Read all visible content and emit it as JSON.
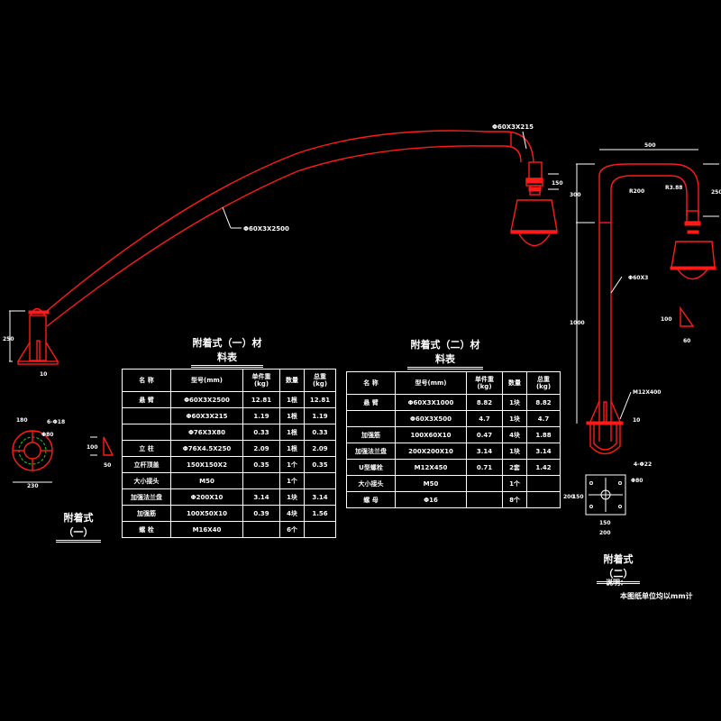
{
  "labels": {
    "main_arm_callout": "Φ60X3X2500",
    "elbow_callout": "Φ60X3X215",
    "camera_clearance": "150",
    "base1_height": "250",
    "base1_thickness": "10",
    "flange_dia": "180",
    "flange_hole": "6-Φ18",
    "flange_pcd": "Φ80",
    "flange_width": "230",
    "rib1_h": "100",
    "rib1_w": "50",
    "arm2_width": "500",
    "arm2_height_left": "300",
    "arm2_height_right": "250",
    "arm2_radius_inner": "R200",
    "arm2_radius_outer": "R3.88",
    "pipe2_callout": "Φ60X3",
    "pipe2_length": "1000",
    "hoop_callout": "M12X400",
    "base2_thickness": "10",
    "rib2_h": "100",
    "rib2_w": "60",
    "plate2_hole": "4-Φ22",
    "plate2_center": "Φ80",
    "plate2_inner_h": "150",
    "plate2_outer_h": "200",
    "plate2_inner_w": "150",
    "plate2_outer_w": "200"
  },
  "table1": {
    "title": "附着式（一）材料表",
    "headers": [
      "名 称",
      "型号(mm)",
      "单件重\n(kg)",
      "数量",
      "总重\n(kg)"
    ],
    "rows": [
      [
        "悬 臂",
        "Φ60X3X2500",
        "12.81",
        "1根",
        "12.81"
      ],
      [
        "",
        "Φ60X3X215",
        "1.19",
        "1根",
        "1.19"
      ],
      [
        "",
        "Φ76X3X80",
        "0.33",
        "1根",
        "0.33"
      ],
      [
        "立 柱",
        "Φ76X4.5X250",
        "2.09",
        "1根",
        "2.09"
      ],
      [
        "立杆顶盖",
        "150X150X2",
        "0.35",
        "1个",
        "0.35"
      ],
      [
        "大小接头",
        "M50",
        "",
        "1个",
        ""
      ],
      [
        "加强法兰盘",
        "Φ200X10",
        "3.14",
        "1块",
        "3.14"
      ],
      [
        "加强筋",
        "100X50X10",
        "0.39",
        "4块",
        "1.56"
      ],
      [
        "螺 栓",
        "M16X40",
        "",
        "6个",
        ""
      ]
    ],
    "caption": "附着式（一）"
  },
  "table2": {
    "title": "附着式（二）材料表",
    "headers": [
      "名 称",
      "型号(mm)",
      "单件重\n(kg)",
      "数量",
      "总重\n(kg)"
    ],
    "rows": [
      [
        "悬 臂",
        "Φ60X3X1000",
        "8.82",
        "1块",
        "8.82"
      ],
      [
        "",
        "Φ60X3X500",
        "4.7",
        "1块",
        "4.7"
      ],
      [
        "加强筋",
        "100X60X10",
        "0.47",
        "4块",
        "1.88"
      ],
      [
        "加强法兰盘",
        "200X200X10",
        "3.14",
        "1块",
        "3.14"
      ],
      [
        "U型螺栓",
        "M12X450",
        "0.71",
        "2套",
        "1.42"
      ],
      [
        "大小接头",
        "M50",
        "",
        "1个",
        ""
      ],
      [
        "螺 母",
        "Φ16",
        "",
        "8个",
        ""
      ]
    ],
    "caption": "附着式（二）"
  },
  "notes": {
    "heading": "说明：",
    "line1": "本图纸单位均以mm计"
  }
}
